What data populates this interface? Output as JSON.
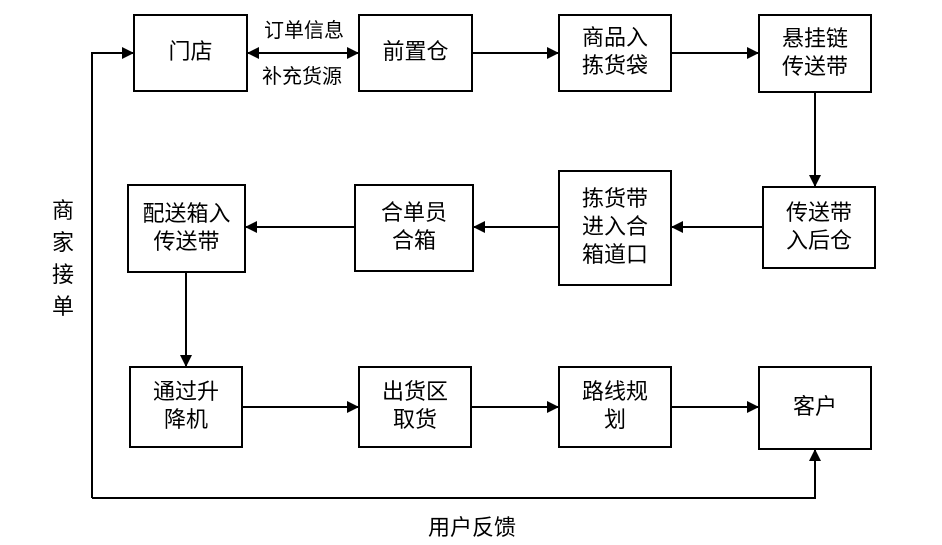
{
  "diagram": {
    "nodes": {
      "store": "门店",
      "front_warehouse": "前置仓",
      "goods_into_bag": "商品入\n拣货袋",
      "hanging_chain": "悬挂链\n传送带",
      "belt_to_back": "传送带\n入后仓",
      "belt_to_merge": "拣货带\n进入合\n箱道口",
      "clerk_merge": "合单员\n合箱",
      "box_to_belt": "配送箱入\n传送带",
      "via_elevator": "通过升\n降机",
      "pickup_area": "出货区\n取货",
      "route_planning": "路线规\n划",
      "customer": "客户"
    },
    "edge_labels": {
      "order_info": "订单信息",
      "replenish": "补充货源",
      "merchant_accepts": "商\n家\n接\n单",
      "user_feedback": "用户反馈"
    }
  }
}
